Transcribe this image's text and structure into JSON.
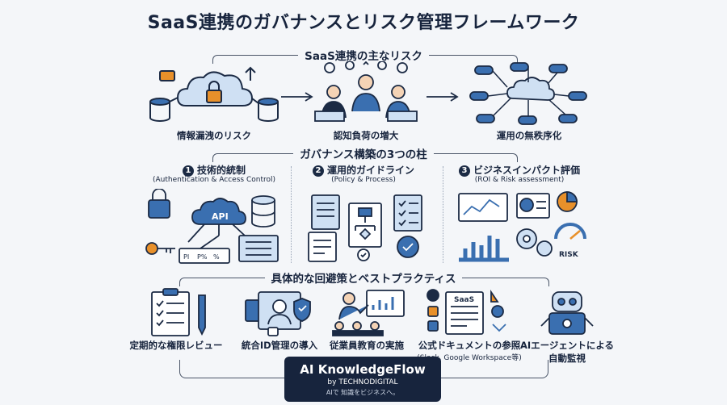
{
  "title": "SaaS連携のガバナンスとリスク管理フレームワーク",
  "risks": {
    "heading": "SaaS連携の主なリスク",
    "items": [
      {
        "label": "情報漏洩のリスク"
      },
      {
        "label": "認知負荷の増大"
      },
      {
        "label": "運用の無秩序化"
      }
    ]
  },
  "pillars": {
    "heading": "ガバナンス構築の3つの柱",
    "items": [
      {
        "num": "1",
        "title": "技術的統制",
        "sub": "(Authentication & Access Control)",
        "api": "API",
        "tags": [
          "PI",
          "P%",
          "%"
        ]
      },
      {
        "num": "2",
        "title": "運用的ガイドライン",
        "sub": "(Policy & Process)"
      },
      {
        "num": "3",
        "title": "ビジネスインパクト評価",
        "sub": "(ROI & Risk assessment)",
        "risk": "RISK"
      }
    ]
  },
  "practices": {
    "heading": "具体的な回避策とベストプラクティス",
    "items": [
      {
        "label": "定期的な権限レビュー"
      },
      {
        "label": "統合ID管理の導入"
      },
      {
        "label": "従業員教育の実施"
      },
      {
        "label": "公式ドキュメントの参照",
        "sub": "(Slack, Google Workspace等)",
        "doc": "SaaS"
      },
      {
        "label": "AIエージェントによる",
        "label2": "自動監視"
      }
    ]
  },
  "brand": {
    "name": "AI KnowledgeFlow",
    "by": "by TECHNODIGITAL",
    "tagline": "AIで 知識をビジネスへ。"
  },
  "colors": {
    "navy": "#17243d",
    "blue": "#3a6fb0",
    "light": "#cfe0f3",
    "orange": "#e8902a"
  }
}
